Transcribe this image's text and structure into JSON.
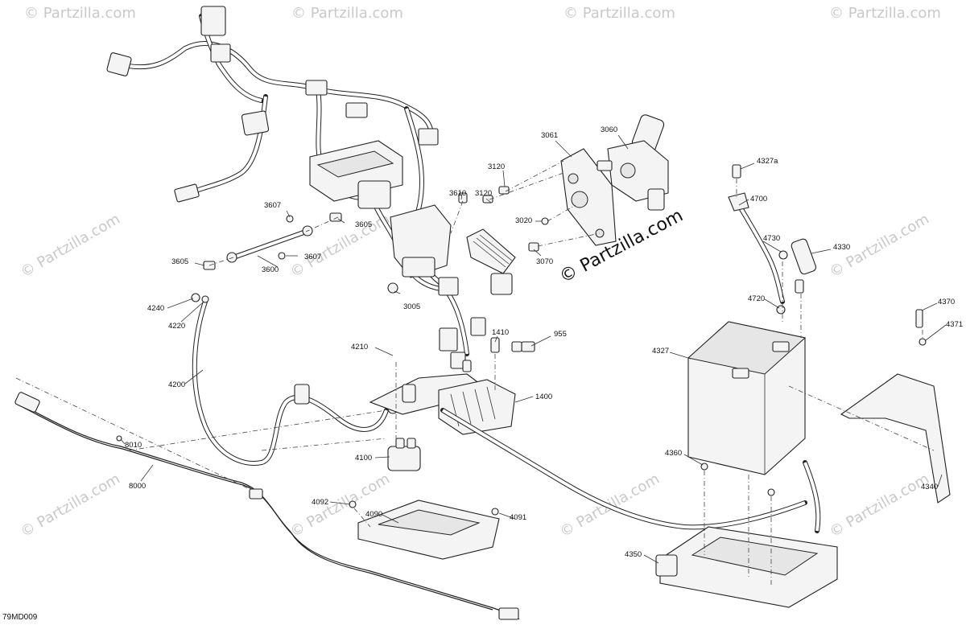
{
  "diagram": {
    "code": "79MD009",
    "watermark_text": "© Partzilla.com",
    "main_watermark": "© Partzilla.com"
  },
  "callouts": [
    {
      "id": "c3061",
      "label": "3061"
    },
    {
      "id": "c3060",
      "label": "3060"
    },
    {
      "id": "c3120a",
      "label": "3120"
    },
    {
      "id": "c3120b",
      "label": "3120"
    },
    {
      "id": "c3610",
      "label": "3610"
    },
    {
      "id": "c3020",
      "label": "3020"
    },
    {
      "id": "c3070",
      "label": "3070"
    },
    {
      "id": "c3005",
      "label": "3005"
    },
    {
      "id": "c3607a",
      "label": "3607"
    },
    {
      "id": "c3605a",
      "label": "3605"
    },
    {
      "id": "c3605b",
      "label": "3605"
    },
    {
      "id": "c3607b",
      "label": "3607"
    },
    {
      "id": "c3600",
      "label": "3600"
    },
    {
      "id": "c4240",
      "label": "4240"
    },
    {
      "id": "c4220",
      "label": "4220"
    },
    {
      "id": "c4200",
      "label": "4200"
    },
    {
      "id": "c4210",
      "label": "4210"
    },
    {
      "id": "c1410",
      "label": "1410"
    },
    {
      "id": "c955",
      "label": "955"
    },
    {
      "id": "c1400",
      "label": "1400"
    },
    {
      "id": "c4100",
      "label": "4100"
    },
    {
      "id": "c8010",
      "label": "8010"
    },
    {
      "id": "c8000",
      "label": "8000"
    },
    {
      "id": "c4092",
      "label": "4092"
    },
    {
      "id": "c4090",
      "label": "4090"
    },
    {
      "id": "c4091",
      "label": "4091"
    },
    {
      "id": "c4327a",
      "label": "4327a"
    },
    {
      "id": "c4700",
      "label": "4700"
    },
    {
      "id": "c4730",
      "label": "4730"
    },
    {
      "id": "c4330",
      "label": "4330"
    },
    {
      "id": "c4720",
      "label": "4720"
    },
    {
      "id": "c4327",
      "label": "4327"
    },
    {
      "id": "c4370",
      "label": "4370"
    },
    {
      "id": "c4371",
      "label": "4371"
    },
    {
      "id": "c4360",
      "label": "4360"
    },
    {
      "id": "c4340",
      "label": "4340"
    },
    {
      "id": "c4350",
      "label": "4350"
    }
  ]
}
